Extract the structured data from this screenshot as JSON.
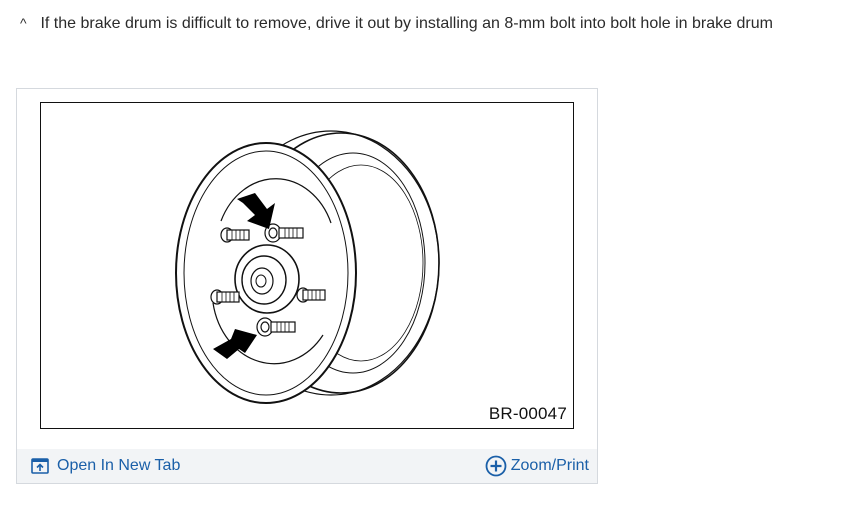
{
  "instruction": {
    "bullet": "^",
    "text": "If the brake drum is difficult to remove, drive it out by installing an 8-mm bolt into bolt hole in brake drum"
  },
  "figure": {
    "code": "BR-00047"
  },
  "footer": {
    "open_label": "Open In New Tab",
    "zoom_label": "Zoom/Print"
  },
  "colors": {
    "link": "#1a5fa8",
    "footer_bg": "#f2f4f6",
    "card_border": "#d5d9de"
  },
  "icons": {
    "open": "open-new-tab-icon",
    "zoom": "zoom-plus-icon",
    "arrows": "pointer-arrow-icon"
  }
}
